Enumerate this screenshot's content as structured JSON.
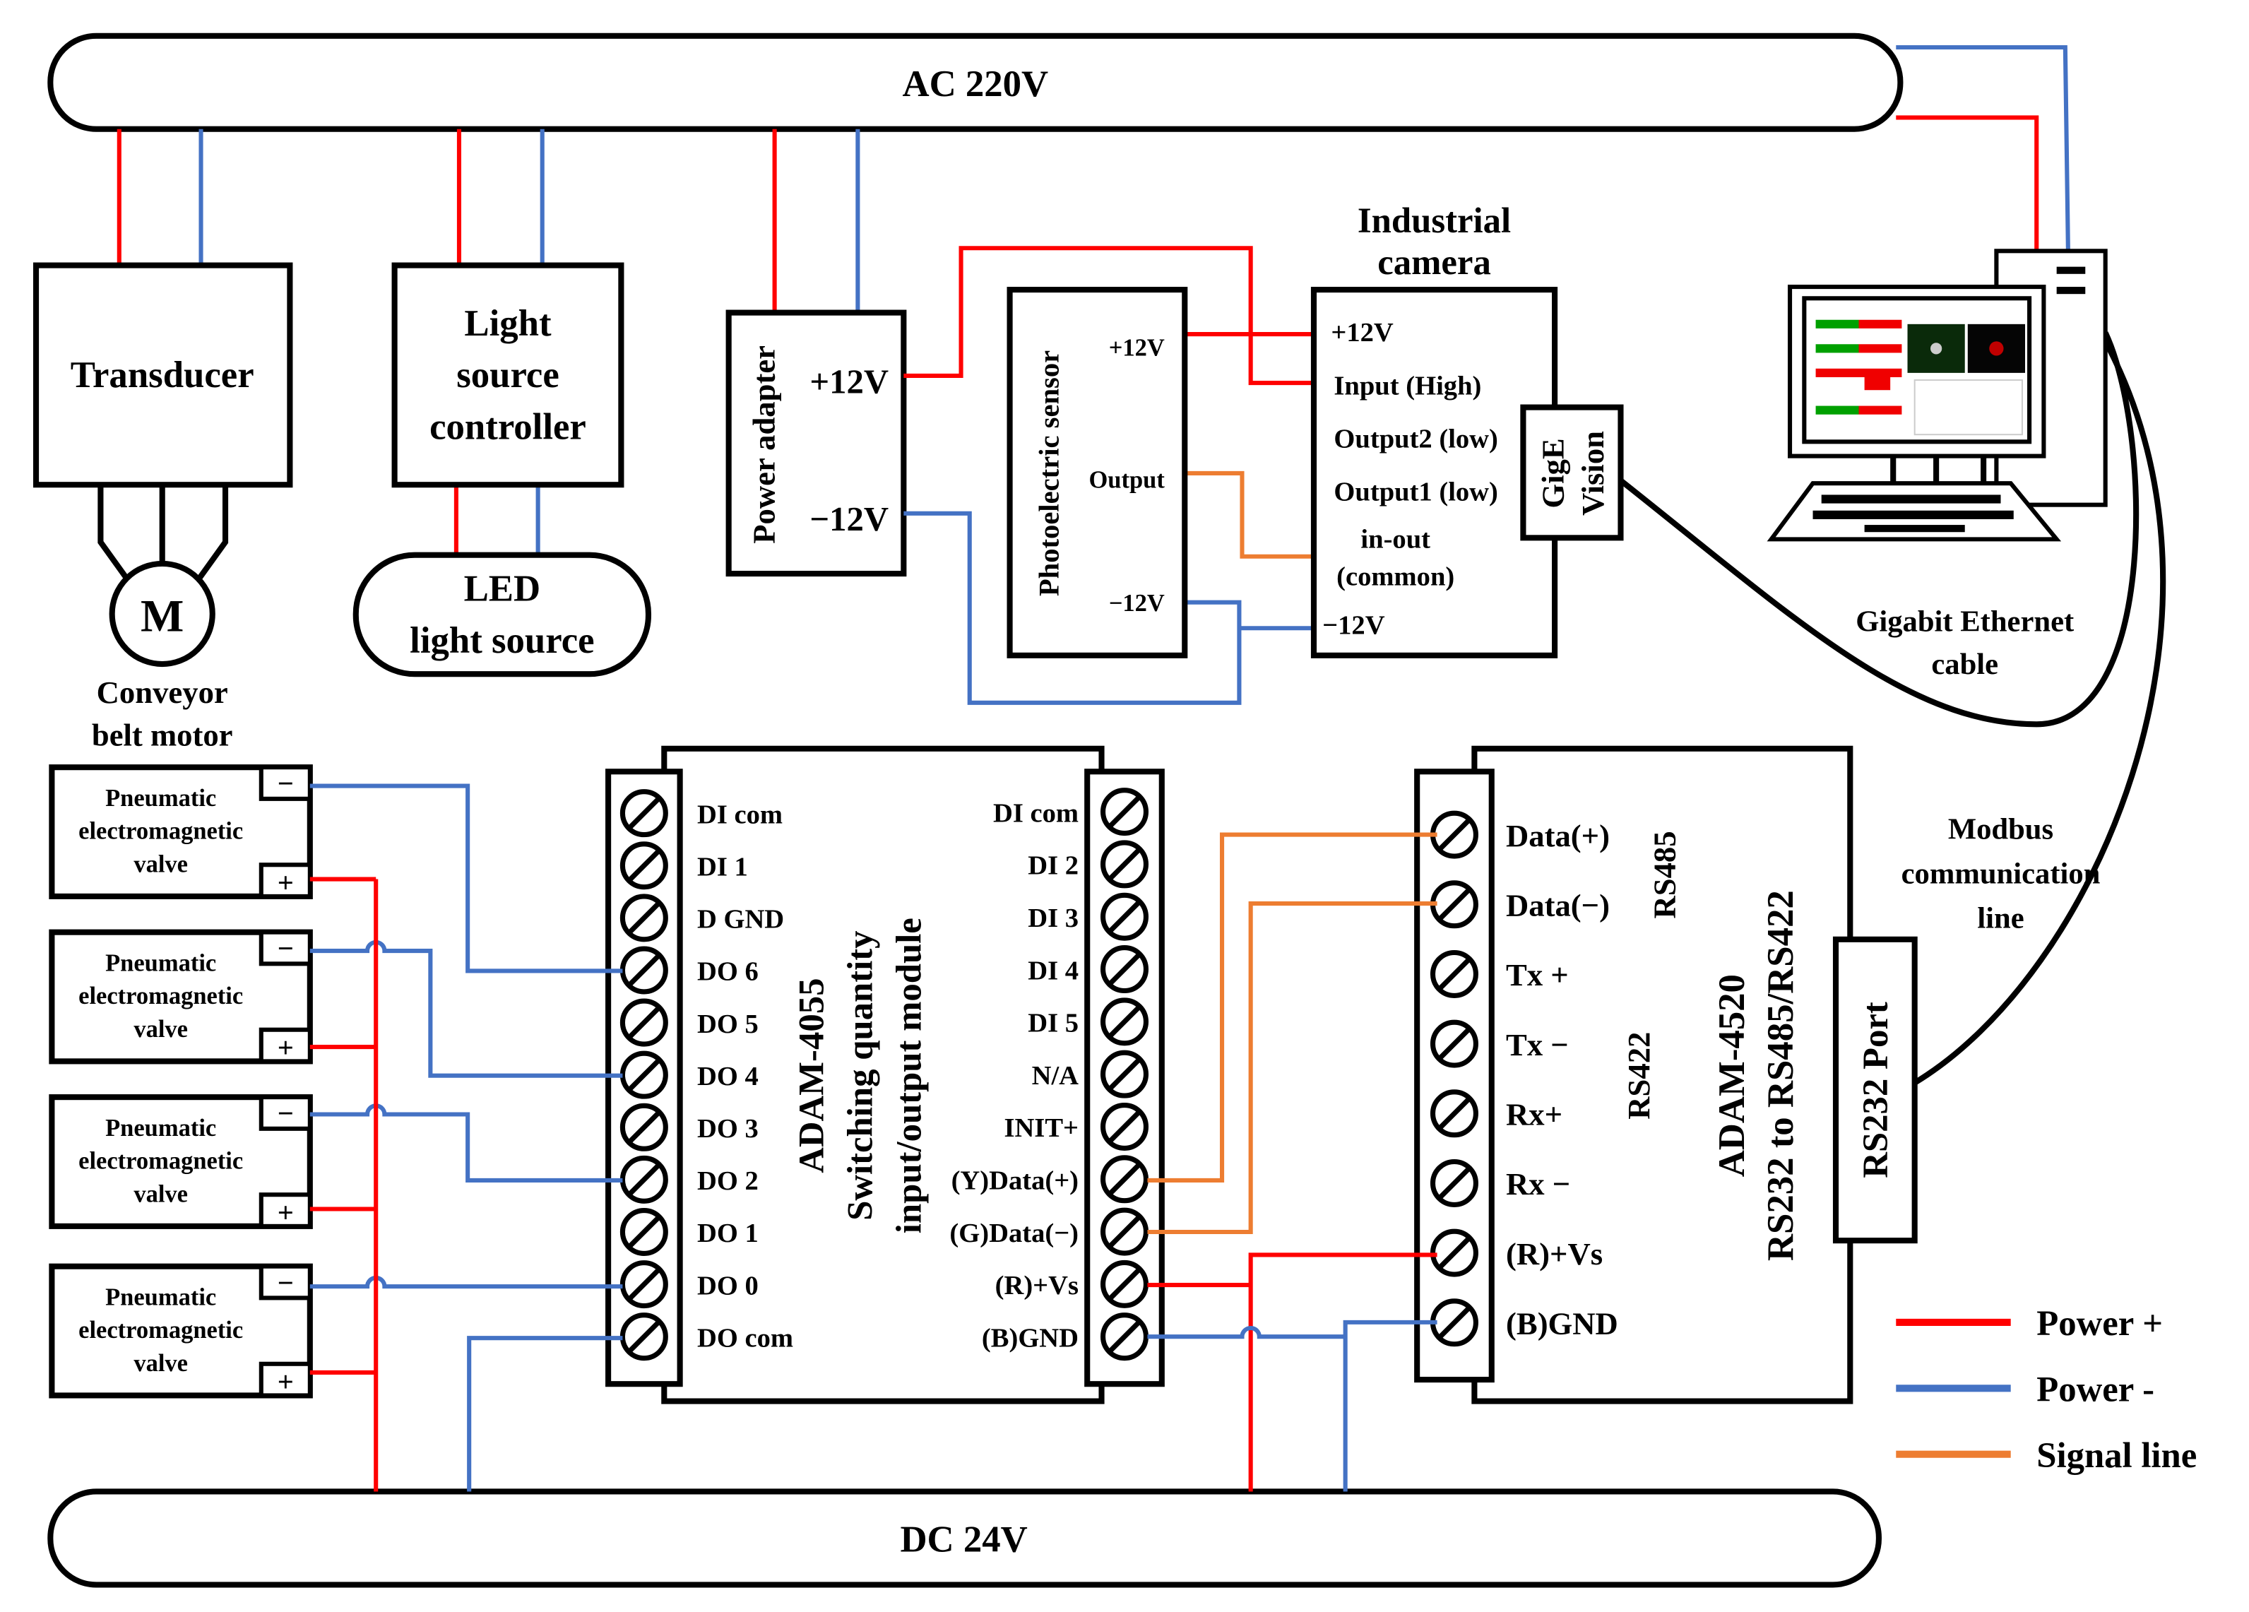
{
  "colors": {
    "power_plus": "#ff0000",
    "power_minus": "#4472c4",
    "signal": "#ed7d31"
  },
  "ac_bus": "AC 220V",
  "dc_bus": "DC 24V",
  "transducer": "Transducer",
  "motor": {
    "symbol": "M",
    "label": [
      "Conveyor",
      "belt motor"
    ]
  },
  "light_controller": [
    "Light",
    "source",
    "controller"
  ],
  "led": [
    "LED",
    "light source"
  ],
  "power_adapter": {
    "title": "Power adapter",
    "plus": "+12V",
    "minus": "−12V"
  },
  "sensor": {
    "title": "Photoelectric sensor",
    "pins": [
      "+12V",
      "Output",
      "−12V"
    ]
  },
  "camera": {
    "title": [
      "Industrial",
      "camera"
    ],
    "pins": [
      "+12V",
      "Input (High)",
      "Output2 (low)",
      "Output1 (low)",
      "in-out",
      "(common)",
      "−12V"
    ],
    "gige": [
      "GigE",
      "Vision"
    ]
  },
  "pc": {
    "icon": "desktop-computer-icon"
  },
  "ethernet": [
    "Gigabit Ethernet",
    "cable"
  ],
  "modbus": [
    "Modbus",
    "communication",
    "line"
  ],
  "valves": [
    {
      "label": [
        "Pneumatic",
        "electromagnetic",
        "valve"
      ],
      "minus": "−",
      "plus": "+"
    },
    {
      "label": [
        "Pneumatic",
        "electromagnetic",
        "valve"
      ],
      "minus": "−",
      "plus": "+"
    },
    {
      "label": [
        "Pneumatic",
        "electromagnetic",
        "valve"
      ],
      "minus": "−",
      "plus": "+"
    },
    {
      "label": [
        "Pneumatic",
        "electromagnetic",
        "valve"
      ],
      "minus": "−",
      "plus": "+"
    }
  ],
  "adam4055": {
    "title": [
      "ADAM-4055",
      "Switching quantity",
      "input/output module"
    ],
    "left_pins": [
      "DI com",
      "DI 1",
      "D GND",
      "DO 6",
      "DO 5",
      "DO 4",
      "DO 3",
      "DO 2",
      "DO 1",
      "DO 0",
      "DO com"
    ],
    "right_pins": [
      "DI com",
      "DI 2",
      "DI 3",
      "DI 4",
      "DI 5",
      "N/A",
      "INIT+",
      "(Y)Data(+)",
      "(G)Data(−)",
      "(R)+Vs",
      "(B)GND"
    ]
  },
  "adam4520": {
    "title": [
      "ADAM-4520",
      "RS232 to RS485/RS422"
    ],
    "pins": [
      "Data(+)",
      "Data(−)",
      "Tx +",
      "Tx −",
      "Rx+",
      "Rx −",
      "(R)+Vs",
      "(B)GND"
    ],
    "rs485": "RS485",
    "rs422": "RS422",
    "port": "RS232 Port"
  },
  "legend": [
    {
      "label": "Power +",
      "color": "#ff0000"
    },
    {
      "label": "Power -",
      "color": "#4472c4"
    },
    {
      "label": "Signal line",
      "color": "#ed7d31"
    }
  ]
}
